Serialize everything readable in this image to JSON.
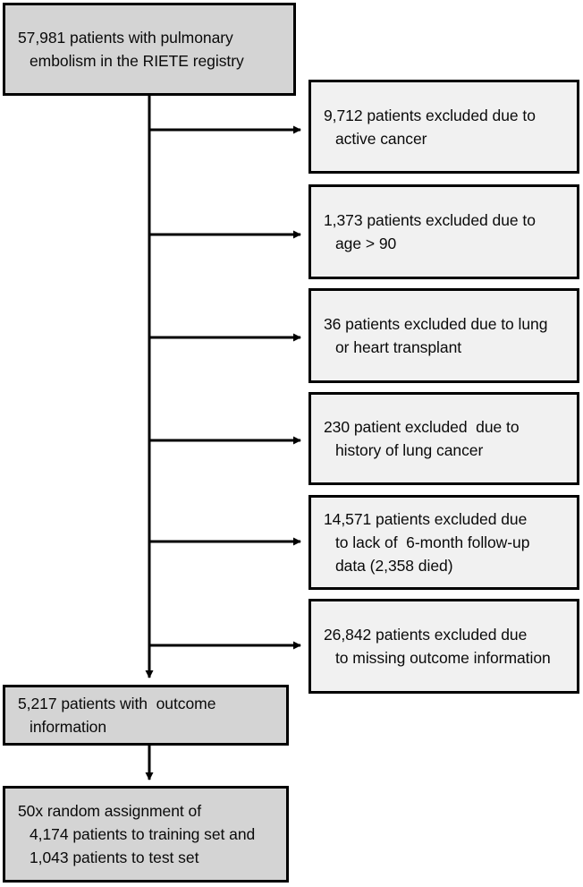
{
  "diagram": {
    "type": "flowchart",
    "title": "RIETE registry pulmonary embolism patient selection flow",
    "colors": {
      "primary_box_fill": "#d4d4d4",
      "excluded_box_fill": "#f1f1f1",
      "border": "#000000",
      "text": "#0a0a0a",
      "background": "#ffffff"
    },
    "nodes": {
      "cohort_start": {
        "lines": [
          "57,981 patients with pulmonary",
          "embolism in the RIETE registry"
        ],
        "count": "57,981",
        "kind": "primary"
      },
      "exclusion_active_cancer": {
        "lines": [
          "9,712 patients excluded due to",
          "active cancer"
        ],
        "count": "9,712",
        "reason": "active cancer",
        "kind": "excluded"
      },
      "exclusion_age": {
        "lines": [
          "1,373 patients excluded due to",
          "age > 90"
        ],
        "count": "1,373",
        "reason": "age > 90",
        "kind": "excluded"
      },
      "exclusion_transplant": {
        "lines": [
          "36 patients excluded due to lung",
          "or heart transplant"
        ],
        "count": "36",
        "reason": "lung or heart transplant",
        "kind": "excluded"
      },
      "exclusion_lung_cancer_history": {
        "lines": [
          "230 patient excluded  due to",
          "history of lung cancer"
        ],
        "count": "230",
        "reason": "history of lung cancer",
        "kind": "excluded"
      },
      "exclusion_followup": {
        "lines": [
          "14,571 patients excluded due",
          "to lack of  6-month follow-up",
          "data (2,358 died)"
        ],
        "count": "14,571",
        "reason": "lack of 6-month follow-up data",
        "died": "2,358",
        "kind": "excluded"
      },
      "exclusion_missing_outcome": {
        "lines": [
          "26,842 patients excluded due",
          "to missing outcome information"
        ],
        "count": "26,842",
        "reason": "missing outcome information",
        "kind": "excluded"
      },
      "cohort_with_outcome": {
        "lines": [
          "5,217 patients with  outcome",
          "information"
        ],
        "count": "5,217",
        "kind": "primary"
      },
      "random_assignment": {
        "lines": [
          "50x random assignment of",
          "4,174 patients to training set and",
          "1,043 patients to test set"
        ],
        "repeats": "50x",
        "training_count": "4,174",
        "test_count": "1,043",
        "kind": "primary"
      }
    }
  }
}
